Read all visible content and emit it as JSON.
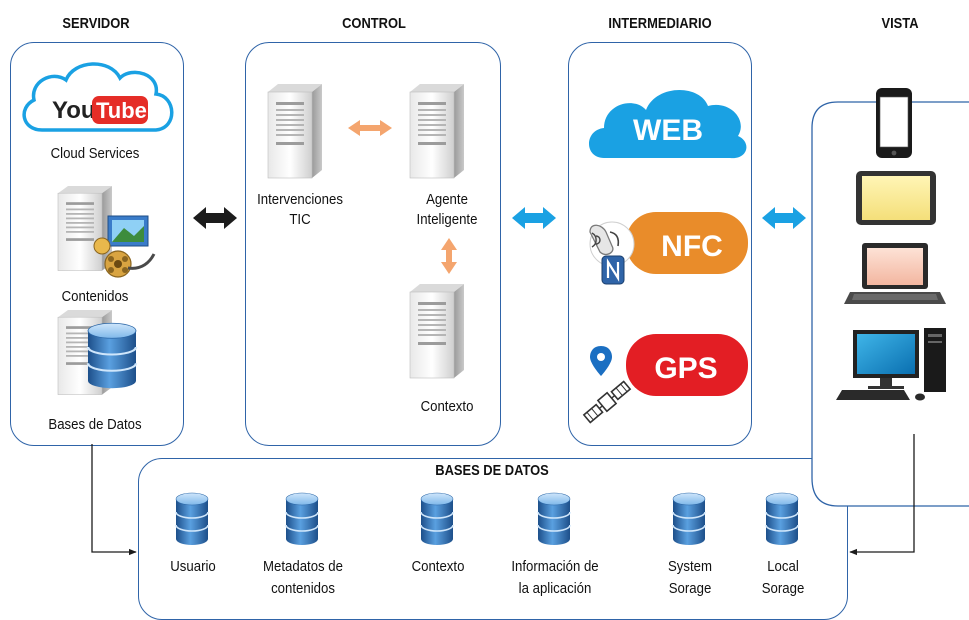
{
  "columns": {
    "servidor": "SERVIDOR",
    "control": "CONTROL",
    "intermediario": "INTERMEDIARIO",
    "vista": "VISTA"
  },
  "servidor": {
    "youtube_logo": {
      "you": "You",
      "tube": "Tube"
    },
    "cloud_services": "Cloud Services",
    "contenidos": "Contenidos",
    "bases_de_datos": "Bases de Datos"
  },
  "control": {
    "intervenciones": [
      "Intervenciones",
      "TIC"
    ],
    "agente": [
      "Agente",
      "Inteligente"
    ],
    "contexto": "Contexto"
  },
  "intermediario": {
    "web": "WEB",
    "nfc": "NFC",
    "gps": "GPS"
  },
  "bases_de_datos": {
    "title": "BASES DE DATOS",
    "items": [
      {
        "lines": [
          "Usuario"
        ]
      },
      {
        "lines": [
          "Metadatos de",
          "contenidos"
        ]
      },
      {
        "lines": [
          "Contexto"
        ]
      },
      {
        "lines": [
          "Información de",
          "la aplicación"
        ]
      },
      {
        "lines": [
          "System",
          "Sorage"
        ]
      },
      {
        "lines": [
          "Local",
          "Sorage"
        ]
      }
    ]
  },
  "colors": {
    "panel_border": "#2f64a8",
    "sky_blue": "#1aa1e3",
    "nfc_orange": "#e98c2a",
    "gps_red": "#e31e24",
    "youtube_red": "#e52d27",
    "orange_arrow": "#f4a56e",
    "dark_arrow": "#1c1c1c"
  },
  "icons": {
    "server": "server-tower-icon",
    "database": "database-cylinder-icon",
    "film": "film-reel-icon",
    "phone": "smartphone-icon",
    "tablet": "tablet-icon",
    "laptop": "laptop-icon",
    "desktop": "desktop-computer-icon",
    "satellite": "satellite-icon",
    "pin": "location-pin-icon",
    "nfc_hand": "nfc-tap-icon"
  }
}
